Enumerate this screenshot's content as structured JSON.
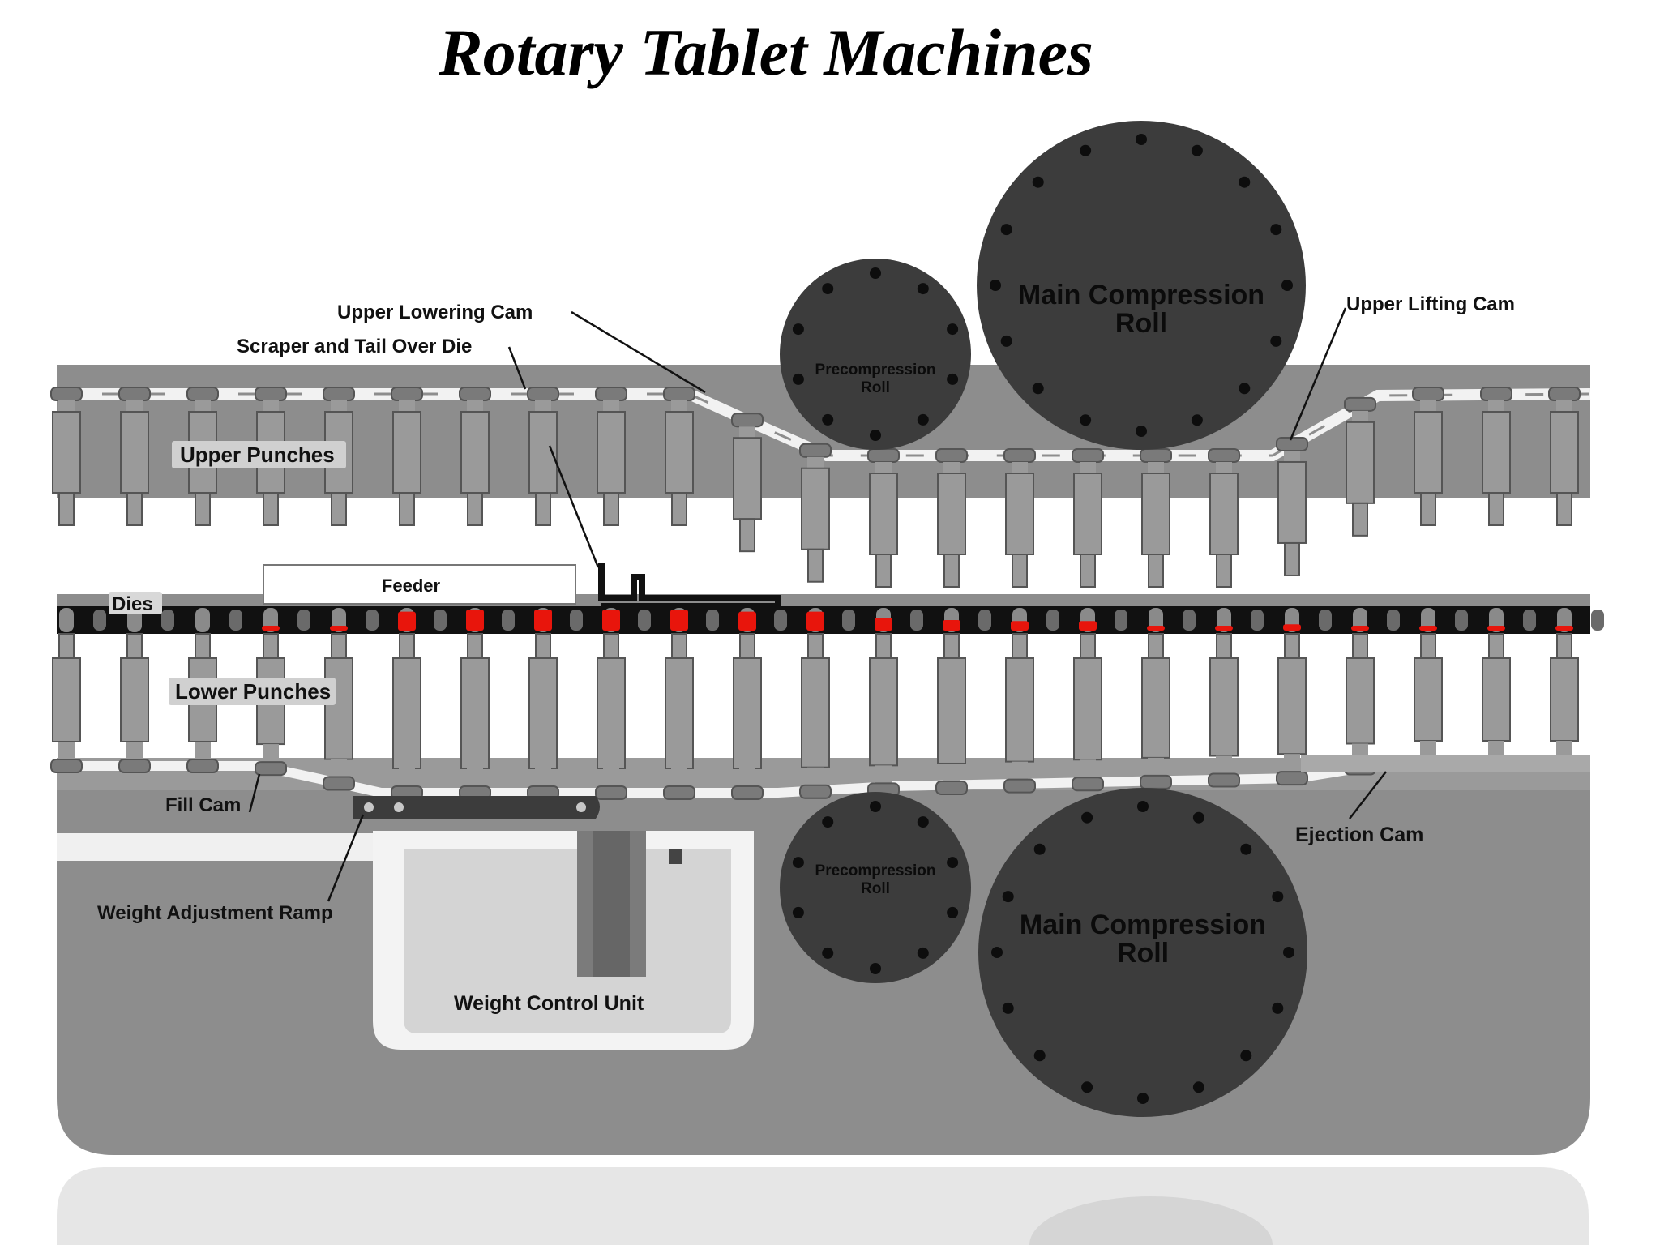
{
  "title": "Rotary Tablet Machines",
  "labels": {
    "upper_lowering_cam": "Upper  Lowering Cam",
    "scraper": "Scraper and Tail Over Die",
    "upper_punches": "Upper Punches",
    "feeder": "Feeder",
    "dies": "Dies",
    "lower_punches": "Lower Punches",
    "fill_cam": "Fill Cam",
    "weight_adjustment_ramp": "Weight Adjustment Ramp",
    "weight_control_unit": "Weight Control Unit",
    "precompression_top_1": "Precompression",
    "precompression_top_2": "Roll",
    "precompression_bottom_1": "Precompression",
    "precompression_bottom_2": "Roll",
    "main_top_1": "Main Compression",
    "main_top_2": "Roll",
    "main_bottom_1": "Main Compression",
    "main_bottom_2": "Roll",
    "upper_lifting_cam": "Upper  Lifting Cam",
    "ejection_cam": "Ejection Cam"
  },
  "colors": {
    "frame": "#8c8c8c",
    "frame_dark": "#7a7a7a",
    "punch": "#9a9a9a",
    "punch_edge": "#555555",
    "roll": "#3c3c3c",
    "die_ring": "#111111",
    "powder": "#e8150c",
    "track": "#f2f2f2"
  }
}
